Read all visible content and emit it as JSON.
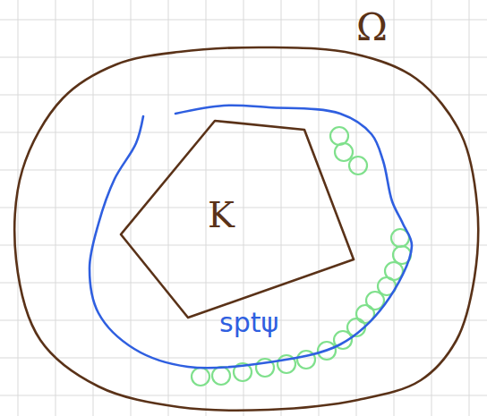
{
  "diagram": {
    "nodes": [
      {
        "text": [
          "Ω"
        ]
      },
      {
        "text": [
          "sptψ"
        ],
        "in": 0
      },
      {
        "text": [
          "K"
        ],
        "in": 1
      }
    ]
  }
}
